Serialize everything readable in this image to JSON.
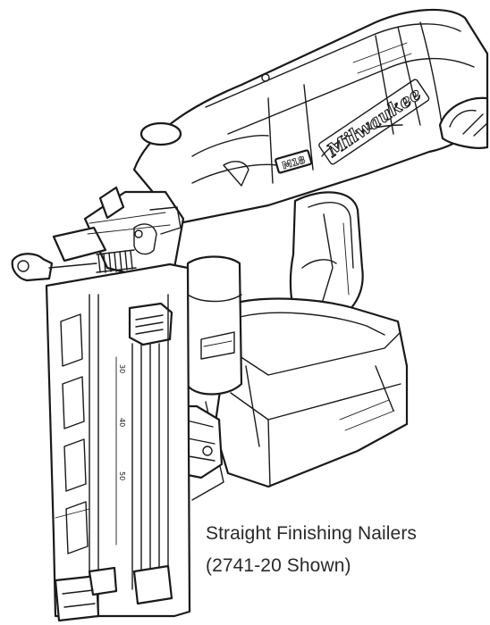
{
  "figure": {
    "caption_line_1": "Straight Finishing Nailers",
    "caption_line_2": "(2741-20 Shown)",
    "brand_mark": "Milwaukee",
    "battery_badge": "M18",
    "magazine_marks": [
      "30",
      "40",
      "50"
    ],
    "line_color": "#1a1a1a",
    "background_color": "#ffffff"
  }
}
